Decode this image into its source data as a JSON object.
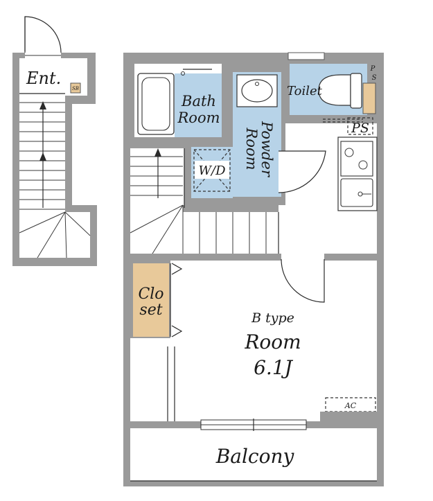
{
  "labels": {
    "entrance": "Ent.",
    "shoe_box": "SB",
    "bath_line1": "Bath",
    "bath_line2": "Room",
    "powder_line1": "Powder",
    "powder_line2": "Room",
    "toilet": "Toilet",
    "ps_small_1": "P",
    "ps_small_2": "S",
    "ps": "PS",
    "washer": "W/D",
    "closet_line1": "Clo",
    "closet_line2": "set",
    "room_type": "B type",
    "room_name": "Room",
    "room_size": "6.1J",
    "ac": "AC",
    "balcony": "Balcony"
  },
  "colors": {
    "wall": "#9a9a9a",
    "wet_area": "#b7d3e8",
    "closet": "#e8c99a",
    "background": "#ffffff"
  }
}
